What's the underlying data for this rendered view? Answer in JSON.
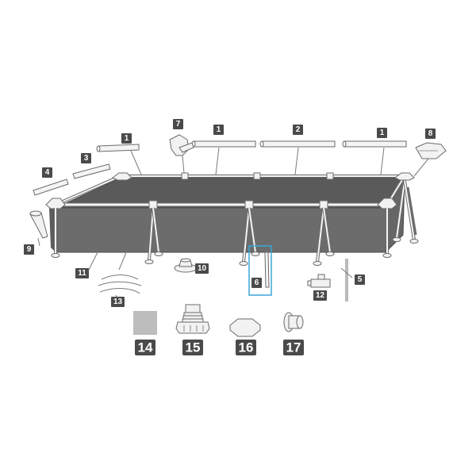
{
  "colors": {
    "label_bg": "#4a4a4a",
    "label_text": "#ffffff",
    "liner": "#6c6c6c",
    "liner_top": "#595959",
    "frame": "#f2f2f2",
    "outline": "#6b6b6b",
    "highlight": "#3aa6d8",
    "patch": "#bdbdbd"
  },
  "labels": {
    "l1a": "1",
    "l1b": "1",
    "l1c": "1",
    "l2": "2",
    "l3": "3",
    "l4": "4",
    "l5": "5",
    "l6": "6",
    "l7": "7",
    "l8": "8",
    "l9": "9",
    "l10": "10",
    "l11": "11",
    "l12": "12",
    "l13": "13",
    "l14": "14",
    "l15": "15",
    "l16": "16",
    "l17": "17"
  },
  "icons": {
    "pool": "rectangular-frame-pool-icon",
    "pipe": "horizontal-beam-icon",
    "t_connector": "t-connector-icon",
    "corner_joint": "corner-joint-icon",
    "leg_cap": "leg-cap-icon",
    "pin": "joint-pin-icon",
    "ground_cloth": "ground-cloth-icon",
    "seal_strap": "seal-strap-icon",
    "drain_valve": "drain-valve-icon",
    "repair_patch": "repair-patch-icon",
    "strainer": "strainer-connector-icon",
    "drain_cap": "drain-cap-icon",
    "plug": "inlet-plug-icon"
  }
}
